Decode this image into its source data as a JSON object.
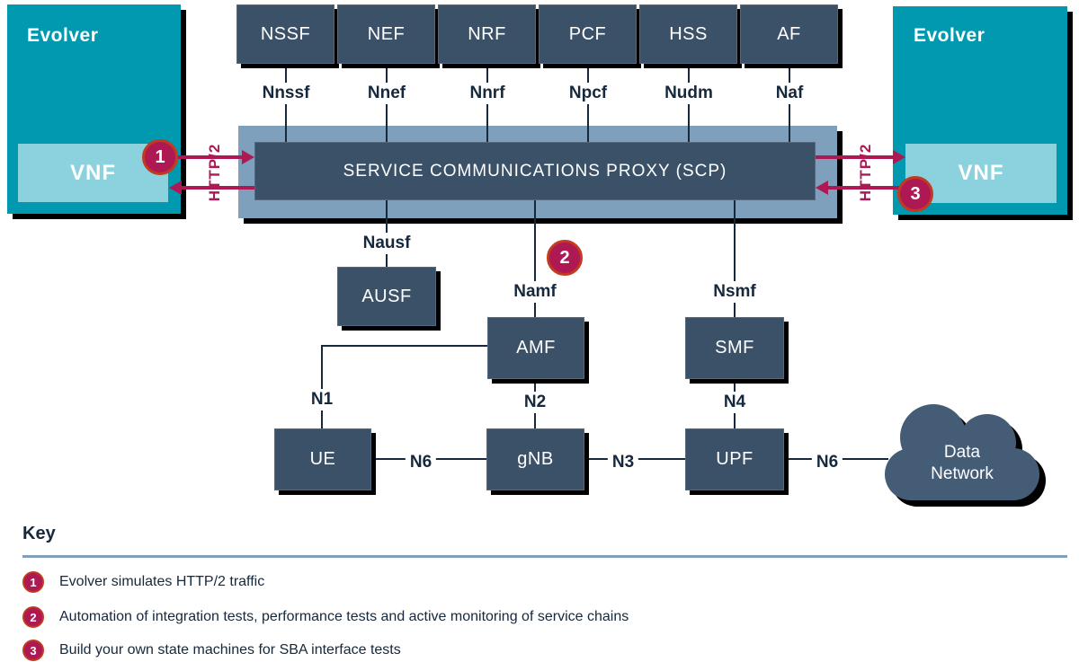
{
  "colors": {
    "teal": "#0099AF",
    "light_teal": "#8CD2DE",
    "navy_box": "#3A5168",
    "dark_navy_text": "#16283C",
    "steel_blue": "#7FA0BC",
    "crimson": "#AE1853",
    "marker_ring": "#C23A1F"
  },
  "diagram": {
    "evolver_left": {
      "title": "Evolver",
      "vnf_label": "VNF"
    },
    "evolver_right": {
      "title": "Evolver",
      "vnf_label": "VNF"
    },
    "nf_boxes": [
      "NSSF",
      "NEF",
      "NRF",
      "PCF",
      "HSS",
      "AF"
    ],
    "nf_interfaces": [
      "Nnssf",
      "Nnef",
      "Nnrf",
      "Npcf",
      "Nudm",
      "Naf"
    ],
    "scp_label": "SERVICE COMMUNICATIONS PROXY (SCP)",
    "http2_left": "HTTP/2",
    "http2_right": "HTTP/2",
    "markers": {
      "m1": "1",
      "m2": "2",
      "m3": "3"
    },
    "mid_nodes": {
      "ausf": {
        "interface": "Nausf",
        "label": "AUSF"
      },
      "amf": {
        "interface": "Namf",
        "label": "AMF"
      },
      "smf": {
        "interface": "Nsmf",
        "label": "SMF"
      }
    },
    "bottom_nodes": {
      "ue": "UE",
      "gnb": "gNB",
      "upf": "UPF"
    },
    "cloud": {
      "line1": "Data",
      "line2": "Network"
    },
    "ref_points": {
      "n1": "N1",
      "n2": "N2",
      "n4": "N4",
      "n6_ue_gnb": "N6",
      "n3": "N3",
      "n6_upf_dn": "N6"
    }
  },
  "key": {
    "title": "Key",
    "items": [
      {
        "num": "1",
        "text": "Evolver simulates HTTP/2 traffic"
      },
      {
        "num": "2",
        "text": "Automation of integration tests, performance tests and active monitoring of service chains"
      },
      {
        "num": "3",
        "text": "Build your own state machines for SBA interface tests"
      }
    ]
  }
}
